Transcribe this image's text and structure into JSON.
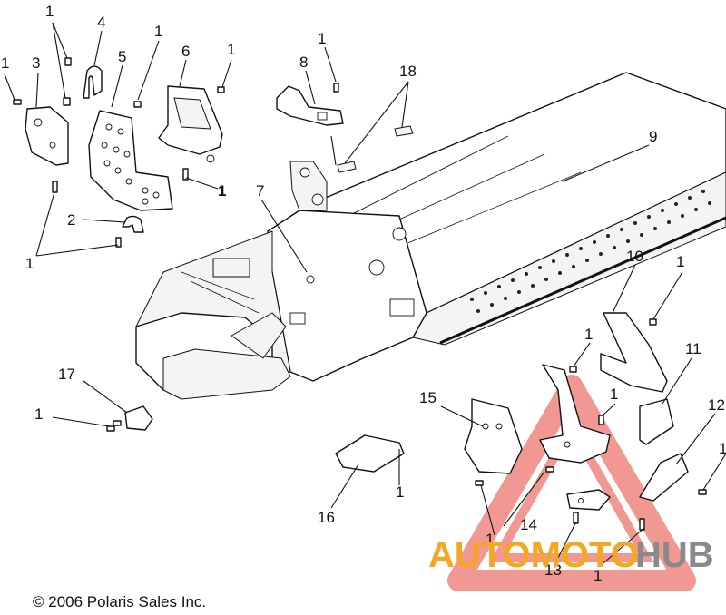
{
  "copyright": "© 2006 Polaris Sales Inc.",
  "watermark": {
    "text_part1": "AUTOMOTO",
    "text_part2": "HUB",
    "color_orange": "#f5a623",
    "color_gray": "#8a8a8a",
    "color_red": "#e8453c"
  },
  "callouts": {
    "c1_a": "1",
    "c1_b": "1",
    "c1_c": "1",
    "c1_d": "1",
    "c1_e": "1",
    "c1_f": "1",
    "c1_g": "1",
    "c1_h": "1",
    "c1_i": "1",
    "c1_j": "1",
    "c1_k": "1",
    "c1_l": "1",
    "c1_m": "1",
    "c1_n": "1",
    "c1_o": "1",
    "c2": "2",
    "c3": "3",
    "c4": "4",
    "c5": "5",
    "c6": "6",
    "c7": "7",
    "c8": "8",
    "c9": "9",
    "c10": "10",
    "c11": "11",
    "c12": "12",
    "c13": "13",
    "c14": "14",
    "c15": "15",
    "c16": "16",
    "c17": "17",
    "c18": "18"
  }
}
